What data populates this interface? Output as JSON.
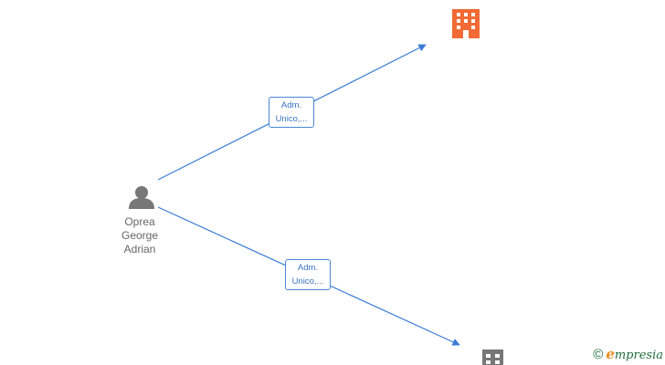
{
  "nodes": {
    "person": {
      "name_lines": [
        "Oprea",
        "George",
        "Adrian"
      ],
      "icon": "person-icon",
      "color": "#777777"
    },
    "company_1": {
      "icon": "building-icon",
      "color": "#f26a35"
    },
    "company_2": {
      "icon": "building-icon",
      "color": "#777777"
    }
  },
  "edges": [
    {
      "label_lines": [
        "Adm.",
        "Unico,..."
      ],
      "color": "#3a7bd5"
    },
    {
      "label_lines": [
        "Adm.",
        "Unico,..."
      ],
      "color": "#3a7bd5"
    }
  ],
  "branding": {
    "copyright": "©",
    "brand_initial": "e",
    "brand_rest": "mpresia"
  }
}
